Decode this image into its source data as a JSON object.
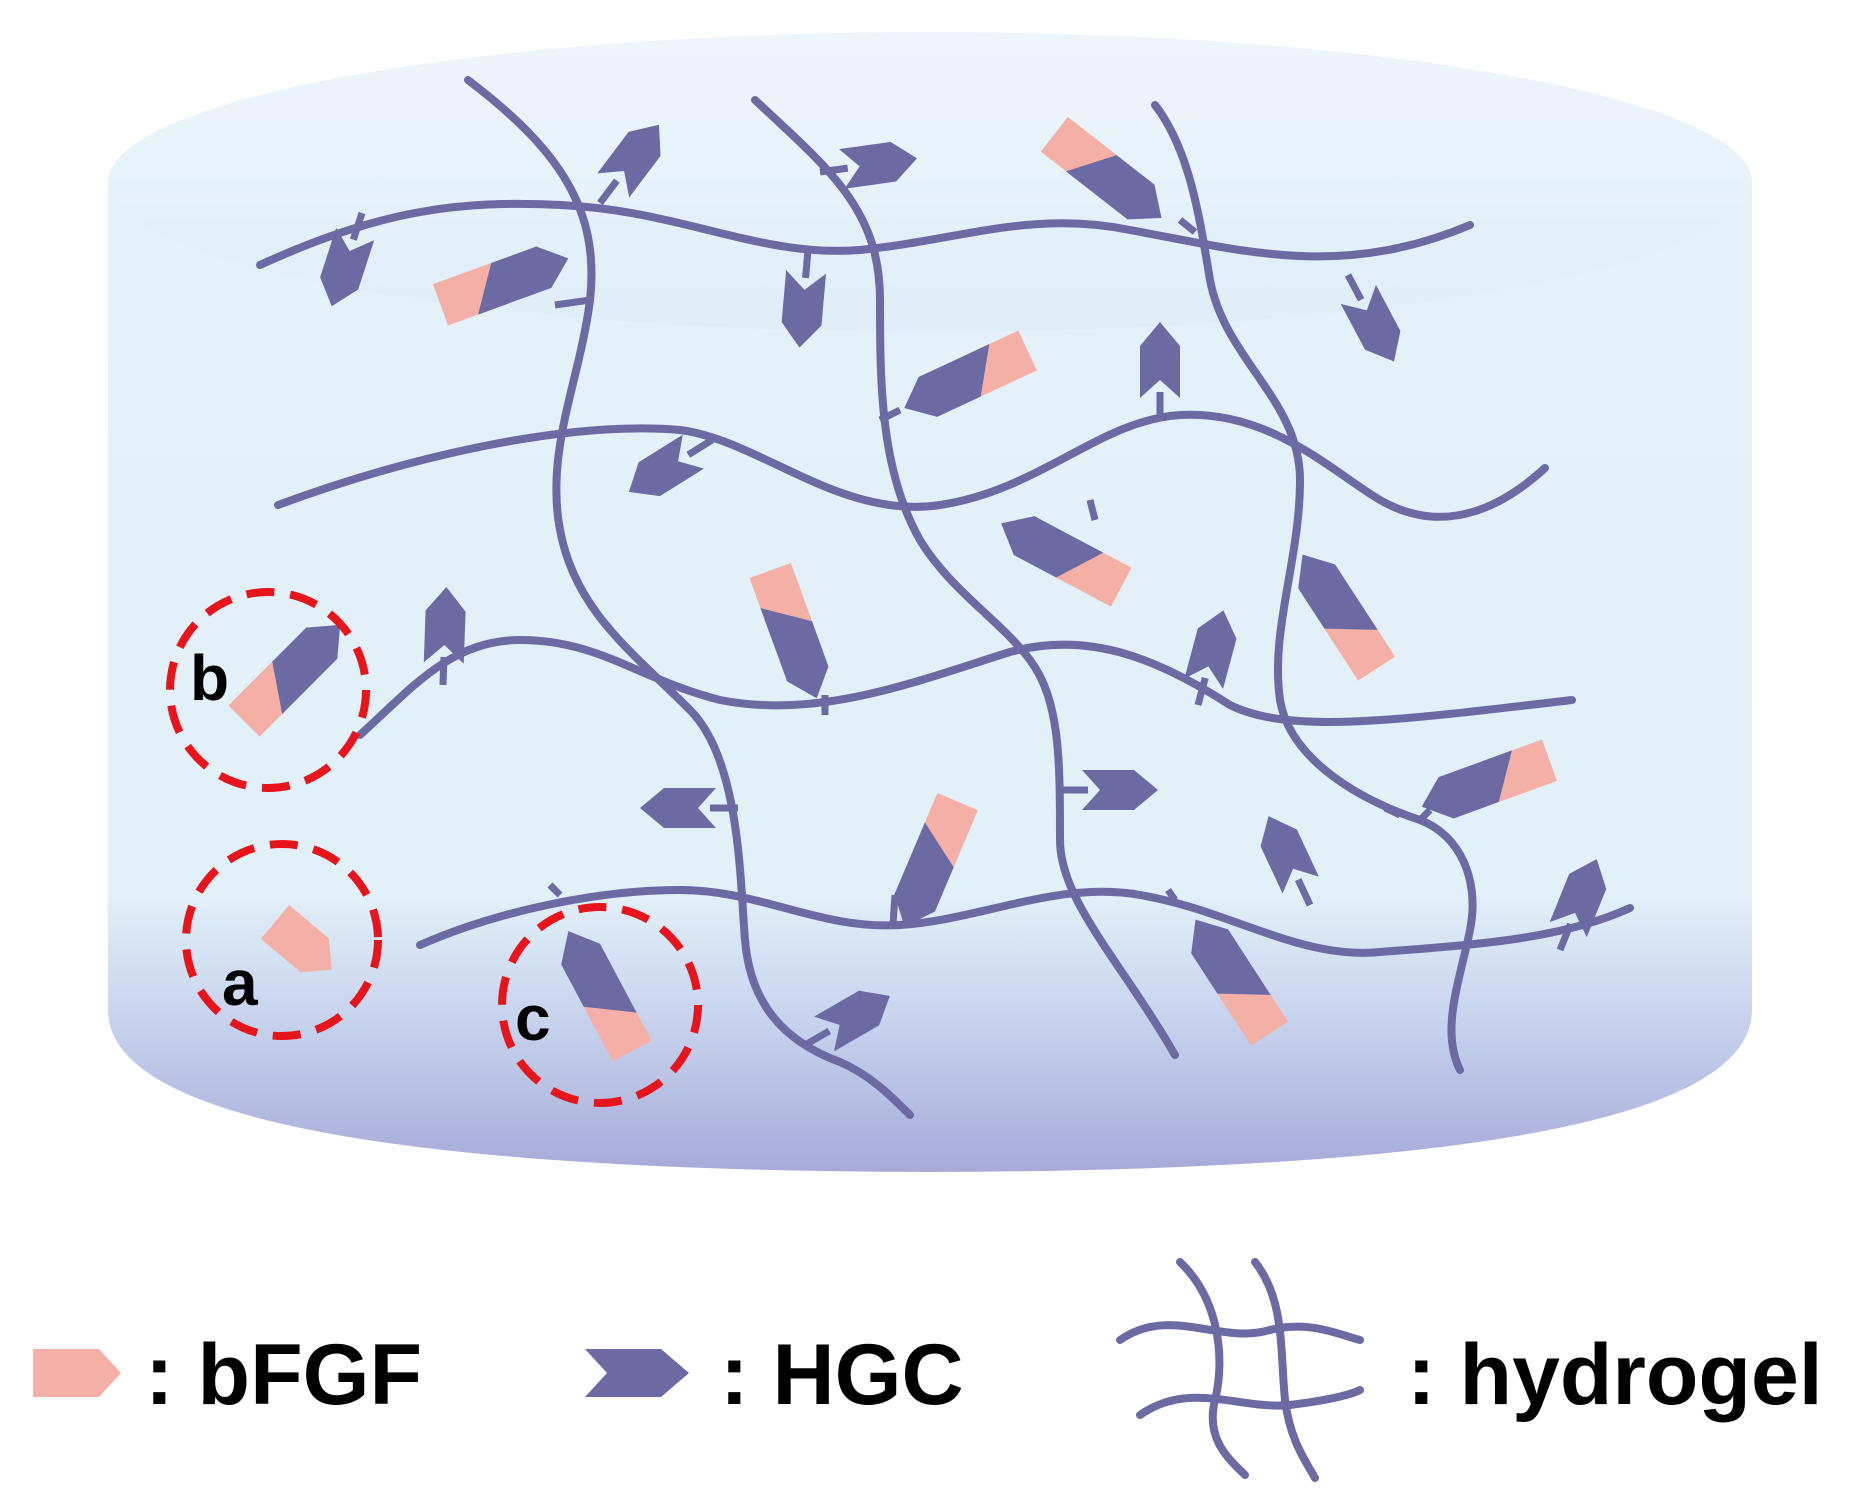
{
  "colors": {
    "fiber": "#6b6aa2",
    "hgc": "#6b6aa2",
    "bfgf": "#f4b0a6",
    "highlight": "#e8141c",
    "gel_top": "#eaf4fa",
    "gel_bottom": "#a9b0dc"
  },
  "labels": {
    "a": "a",
    "b": "b",
    "c": "c"
  },
  "legend": {
    "bfgf": ": bFGF",
    "hgc": ": HGC",
    "hydrogel": ": hydrogel"
  }
}
